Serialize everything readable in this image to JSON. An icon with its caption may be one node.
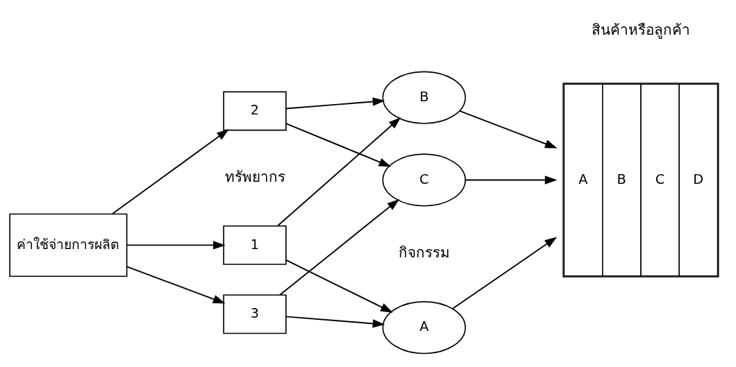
{
  "diagram": {
    "nodes": [
      {
        "text": [
          "ค่าใช้จ่ายการผลิต"
        ]
      },
      {
        "text": [
          "1"
        ]
      },
      {
        "text": [
          "2"
        ]
      },
      {
        "text": [
          "3"
        ]
      },
      {
        "text": [
          "A"
        ]
      },
      {
        "text": [
          "B"
        ]
      },
      {
        "text": [
          "C"
        ]
      },
      {
        "text": [
          "A",
          "B",
          "C",
          "D"
        ]
      }
    ],
    "edges": [
      {
        "from": 0,
        "to": 1,
        "arrow": "to"
      },
      {
        "from": 0,
        "to": 2,
        "arrow": "to"
      },
      {
        "from": 0,
        "to": 3,
        "arrow": "to"
      },
      {
        "from": 1,
        "to": 4,
        "arrow": "to"
      },
      {
        "from": 1,
        "to": 5,
        "arrow": "to"
      },
      {
        "from": 2,
        "to": 5,
        "arrow": "to"
      },
      {
        "from": 2,
        "to": 6,
        "arrow": "to"
      },
      {
        "from": 3,
        "to": 4,
        "arrow": "to"
      },
      {
        "from": 3,
        "to": 6,
        "arrow": "to"
      },
      {
        "from": 4,
        "to": 7,
        "arrow": "to"
      },
      {
        "from": 5,
        "to": 7,
        "arrow": "to"
      },
      {
        "from": 6,
        "to": 7,
        "arrow": "to"
      }
    ],
    "labels": [
      "ทรัพยากร",
      "กิจกรรม",
      "สินค้าหรือลูกค้า"
    ]
  }
}
